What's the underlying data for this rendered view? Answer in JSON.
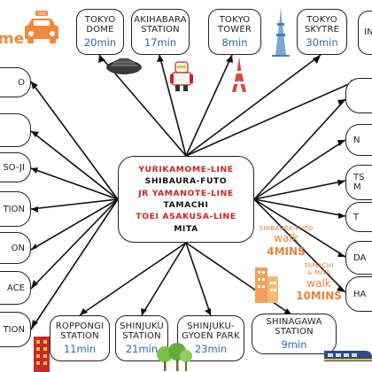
{
  "brand": {
    "fragment": "me",
    "taxi_label": "TAXI"
  },
  "center": {
    "lines": [
      {
        "text": "YURIKAMOME-LINE",
        "color": "red"
      },
      {
        "text": "SHIBAURA-FUTO",
        "color": "black"
      },
      {
        "text": "JR YAMANOTE-LINE",
        "color": "red"
      },
      {
        "text": "TAMACHI",
        "color": "black"
      },
      {
        "text": "TOEI ASAKUSA-LINE",
        "color": "red"
      },
      {
        "text": "MITA",
        "color": "black"
      }
    ]
  },
  "top": [
    {
      "name": [
        "TOKYO",
        "DOME"
      ],
      "time": "20min"
    },
    {
      "name": [
        "AKIHABARA",
        "STATION"
      ],
      "time": "17min"
    },
    {
      "name": [
        "TOKYO",
        "TOWER"
      ],
      "time": "8min"
    },
    {
      "name": [
        "TOKYO",
        "SKYTRE"
      ],
      "time": "30min"
    },
    {
      "name": [
        "IN"
      ],
      "time": ""
    }
  ],
  "bottom": [
    {
      "name": [
        "ROPPONGI",
        "STATION"
      ],
      "time": "11min"
    },
    {
      "name": [
        "SHINJUKU",
        "STATION"
      ],
      "time": "21min"
    },
    {
      "name": [
        "SHINJUKU-",
        "GYOEN PARK"
      ],
      "time": "23min"
    },
    {
      "name": [
        "SHINAGAWA",
        "STATION"
      ],
      "time": "9min"
    }
  ],
  "left": [
    "O",
    "",
    "SO-JI",
    "TION",
    "ON",
    "ACE",
    "TION"
  ],
  "right": [
    "",
    "N",
    "TS",
    "M",
    "T",
    "DA",
    "HA"
  ],
  "walk": [
    {
      "sub": "SHIBAURA-FUTO",
      "label": "walk",
      "value": "4MINS"
    },
    {
      "sub1": "TAMACHI",
      "sub2": "& MITA",
      "label": "walk",
      "value": "10MINS"
    }
  ]
}
